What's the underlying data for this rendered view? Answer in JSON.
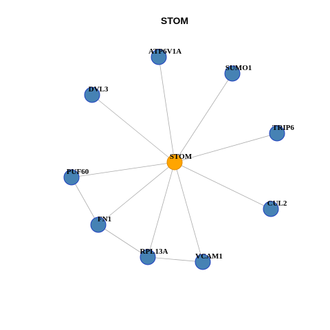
{
  "title": "STOM",
  "colors": {
    "hub_fill": "#ffa500",
    "hub_stroke": "#e08a00",
    "node_fill": "#4682b4",
    "node_stroke": "#1f3fbf",
    "edge": "#aaaaaa"
  },
  "hub": "STOM",
  "nodes": [
    "STOM",
    "ATP6V1A",
    "SUMO1",
    "DVL3",
    "TRIP6",
    "PUF60",
    "CUL2",
    "FN1",
    "RPL13A",
    "VCAM1"
  ],
  "edges": [
    [
      "STOM",
      "ATP6V1A"
    ],
    [
      "STOM",
      "SUMO1"
    ],
    [
      "STOM",
      "DVL3"
    ],
    [
      "STOM",
      "TRIP6"
    ],
    [
      "STOM",
      "PUF60"
    ],
    [
      "STOM",
      "CUL2"
    ],
    [
      "STOM",
      "FN1"
    ],
    [
      "STOM",
      "RPL13A"
    ],
    [
      "STOM",
      "VCAM1"
    ],
    [
      "PUF60",
      "FN1"
    ],
    [
      "FN1",
      "RPL13A"
    ],
    [
      "RPL13A",
      "VCAM1"
    ]
  ]
}
